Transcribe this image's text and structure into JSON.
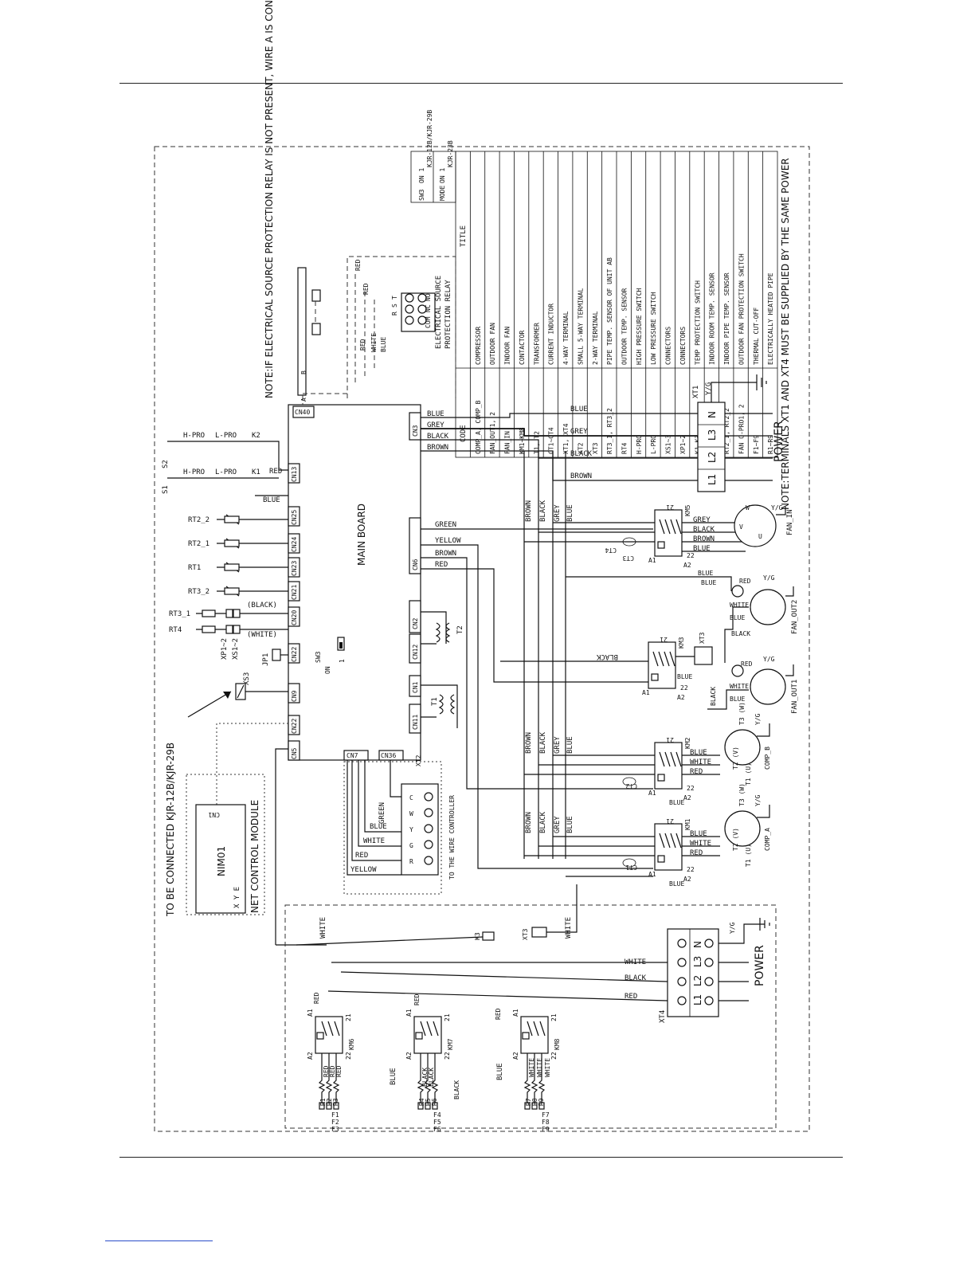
{
  "notes": {
    "relay_note": "NOTE:IF ELECTRICAL SOURCE PROTECTION RELAY IS NOT PRESENT, WIRE A IS CONNECTED TO WIRE B.",
    "power_note": "NOTE:TERMINALS XT1 AND XT4 MUST BE SUPPLIED BY THE SAME POWER",
    "kjr_note": "TO BE CONNECTED KJR-12B/KJR-29B"
  },
  "switch_table": {
    "row1": [
      "SW3",
      "ON 1",
      "KJR-12B/KJR-29B"
    ],
    "row2": [
      "MODE",
      "ON 1",
      "KJR-23B"
    ]
  },
  "legend": {
    "headers": [
      "CODE",
      "TITLE"
    ],
    "rows": [
      [
        "COMP_A, COMP_B",
        "COMPRESSOR"
      ],
      [
        "FAN_OUT1, 2",
        "OUTDOOR FAN"
      ],
      [
        "FAN_IN",
        "INDOOR FAN"
      ],
      [
        "KM1~KM8",
        "CONTACTOR"
      ],
      [
        "T1, T2",
        "TRANSFORMER"
      ],
      [
        "CT1~CT4",
        "CURRENT INDUCTOR"
      ],
      [
        "XT1, XT4",
        "4-WAY TERMINAL"
      ],
      [
        "XT2",
        "SMALL 5-WAY TERMINAL"
      ],
      [
        "XT3",
        "2-WAY TERMINAL"
      ],
      [
        "RT3_1, RT3_2",
        "PIPE TEMP. SENSOR OF UNIT AB"
      ],
      [
        "RT4",
        "OUTDOOR TEMP. SENSOR"
      ],
      [
        "H-PRO",
        "HIGH PRESSURE SWITCH"
      ],
      [
        "L-PRO",
        "LOW PRESSURE SWITCH"
      ],
      [
        "XS1~3",
        "CONNECTORS"
      ],
      [
        "XP1~2",
        "CONNECTORS"
      ],
      [
        "K1~K3",
        "TEMP PROTECTION SWITCH"
      ],
      [
        "RT1",
        "INDOOR ROOM TEMP. SENSOR"
      ],
      [
        "RT2_1, RT2_2",
        "INDOOR PIPE TEMP. SENSOR"
      ],
      [
        "FAN O-PRO1, 2",
        "OUTDOOR FAN PROTECTION SWITCH"
      ],
      [
        "F1~F9",
        "THERMAL CUT-OFF"
      ],
      [
        "R1~R9",
        "ELECTRICALLY HEATED PIPE"
      ]
    ]
  },
  "board": {
    "title": "MAIN BOARD",
    "connectors_left": [
      "CN40",
      "CN13",
      "CN25",
      "CN24",
      "CN23",
      "CN21",
      "CN20",
      "CN22",
      "CN9",
      "CN22",
      "CN5"
    ],
    "connectors_right": [
      "CN3",
      "CN6",
      "CN2",
      "CN12",
      "CN1",
      "CN11"
    ],
    "connectors_bottom": [
      "CN7",
      "CN36"
    ],
    "sw3": "SW3",
    "sw3_on": "ON",
    "sw3_1": "1"
  },
  "sensors": {
    "s1": "S1",
    "s2": "S2",
    "hpro": "H-PRO",
    "lpro": "L-PRO",
    "k1": "K1",
    "k2": "K2",
    "red": "RED",
    "blue": "BLUE",
    "rt2_2": "RT2_2",
    "rt2_1": "RT2_1",
    "rt1": "RT1",
    "rt3_2": "RT3_2",
    "rt3_1": "RT3_1",
    "rt4": "RT4",
    "black_p": "(BLACK)",
    "white_p": "(WHITE)",
    "xp1_2": "XP1~2",
    "xs1_2": "XS1~2",
    "jp1": "JP1",
    "xs3": "XS3"
  },
  "relay": {
    "title1": "ELECTRICAL SOURCE",
    "title2": "PROTECTION RELAY",
    "com": "COM",
    "nc": "NC",
    "no": "NO",
    "r": "R",
    "s": "S",
    "t": "T",
    "red": "RED",
    "white": "WHITE",
    "blue": "BLUE",
    "a": "A",
    "b": "B"
  },
  "power_top": {
    "xt1": "XT1",
    "terminals": [
      "N",
      "L3",
      "L2",
      "L1"
    ],
    "label": "POWER",
    "yg": "Y/G",
    "wires": [
      "BLUE",
      "GREY",
      "BLACK",
      "BROWN"
    ]
  },
  "cn3_wires": [
    "BLUE",
    "GREY",
    "BLACK",
    "BROWN"
  ],
  "cn6_wires": [
    "GREEN",
    "YELLOW",
    "BROWN",
    "RED"
  ],
  "bus_labels": [
    "BROWN",
    "BLACK",
    "GREY",
    "BLUE"
  ],
  "km5": {
    "name": "KM5",
    "c21": "21",
    "c22": "22",
    "a1": "A1",
    "a2": "A2",
    "ct": "CT4",
    "ct3": "CT3",
    "wires": [
      "GREY",
      "BLACK",
      "BROWN",
      "BLUE"
    ],
    "motor": "FAN_IN",
    "w": "W",
    "v": "V",
    "u": "U",
    "yg": "Y/G"
  },
  "fan_out2": {
    "name": "FAN_OUT2",
    "red": "RED",
    "white": "WHITE",
    "blue": "BLUE",
    "blue2": "BLUE",
    "black": "BLACK",
    "yg": "Y/G"
  },
  "fan_out1": {
    "name": "FAN_OUT1",
    "red": "RED",
    "white": "WHITE",
    "blue": "BLUE",
    "black": "BLACK",
    "yg": "Y/G"
  },
  "km3": {
    "name": "KM3",
    "c21": "21",
    "c22": "22",
    "a1": "A1",
    "a2": "A2",
    "black": "BLACK",
    "xt3": "XT3"
  },
  "t1_t2": {
    "t2": "T2",
    "t1": "T1"
  },
  "km2": {
    "name": "KM2",
    "c21": "21",
    "c22": "22",
    "a1": "A1",
    "a2": "A2",
    "ct": "CT2",
    "wires": [
      "BLUE",
      "WHITE",
      "RED"
    ],
    "blue": "BLUE",
    "motor": "COMP_B",
    "t3": "T3 (W)",
    "t2": "T2 (V)",
    "t1": "T1 (U)",
    "yg": "Y/G"
  },
  "km1": {
    "name": "KM1",
    "c21": "21",
    "c22": "22",
    "a1": "A1",
    "a2": "A2",
    "ct": "CT1",
    "wires": [
      "BLUE",
      "WHITE",
      "RED"
    ],
    "blue": "BLUE",
    "motor": "COMP_A",
    "t3": "T3 (W)",
    "t2": "T2 (V)",
    "t1": "T1 (U)",
    "yg": "Y/G"
  },
  "xt2": {
    "name": "XT2",
    "pins": [
      "R",
      "G",
      "Y",
      "W",
      "C"
    ],
    "wires": [
      "GREEN",
      "BLUE",
      "WHITE",
      "RED",
      "YELLOW"
    ],
    "to": "TO THE WIRE CONTROLLER"
  },
  "net_module": {
    "title": "NET CONTROL MODULE",
    "name": "NIM01",
    "cn": "CN1",
    "pins": "X Y E"
  },
  "heater": {
    "white": "WHITE",
    "black": "BLACK",
    "red": "RED",
    "blue": "BLUE",
    "k3": "K3",
    "xt3": "XT3",
    "xt4": "XT4",
    "terminals": [
      "N",
      "L3",
      "L2",
      "L1"
    ],
    "power": "POWER",
    "yg": "Y/G",
    "km6": "KM6",
    "km7": "KM7",
    "km8": "KM8",
    "a1": "A1",
    "a2": "A2",
    "c21": "21",
    "c22": "22",
    "r": [
      "R1",
      "R2",
      "R3",
      "R4",
      "R5",
      "R6",
      "R7",
      "R8",
      "R9"
    ],
    "f": [
      "F1",
      "F2",
      "F3",
      "F4",
      "F5",
      "F6",
      "F7",
      "F8",
      "F9"
    ]
  }
}
